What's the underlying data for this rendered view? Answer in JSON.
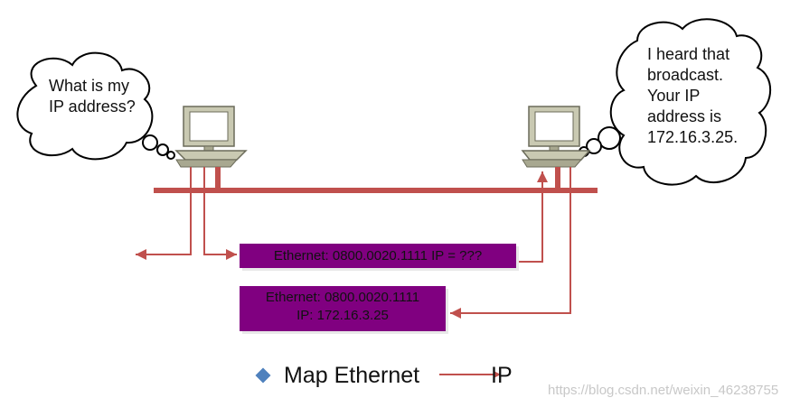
{
  "left_cloud": {
    "lines": [
      "What is my",
      "IP address?"
    ]
  },
  "right_cloud": {
    "lines": [
      "I heard that",
      "broadcast.",
      "Your IP",
      "address is",
      "172.16.3.25."
    ]
  },
  "packets": {
    "request": "Ethernet: 0800.0020.1111 IP = ???",
    "reply_line1": "Ethernet: 0800.0020.1111",
    "reply_line2": "IP: 172.16.3.25"
  },
  "caption": {
    "text": "Map Ethernet",
    "target": "IP"
  },
  "watermark": "https://blog.csdn.net/weixin_46238755",
  "colors": {
    "link": "#c0504d",
    "packet_fill": "#800080",
    "bullet": "#4f81bd",
    "computer_body": "#c9c9b2"
  }
}
